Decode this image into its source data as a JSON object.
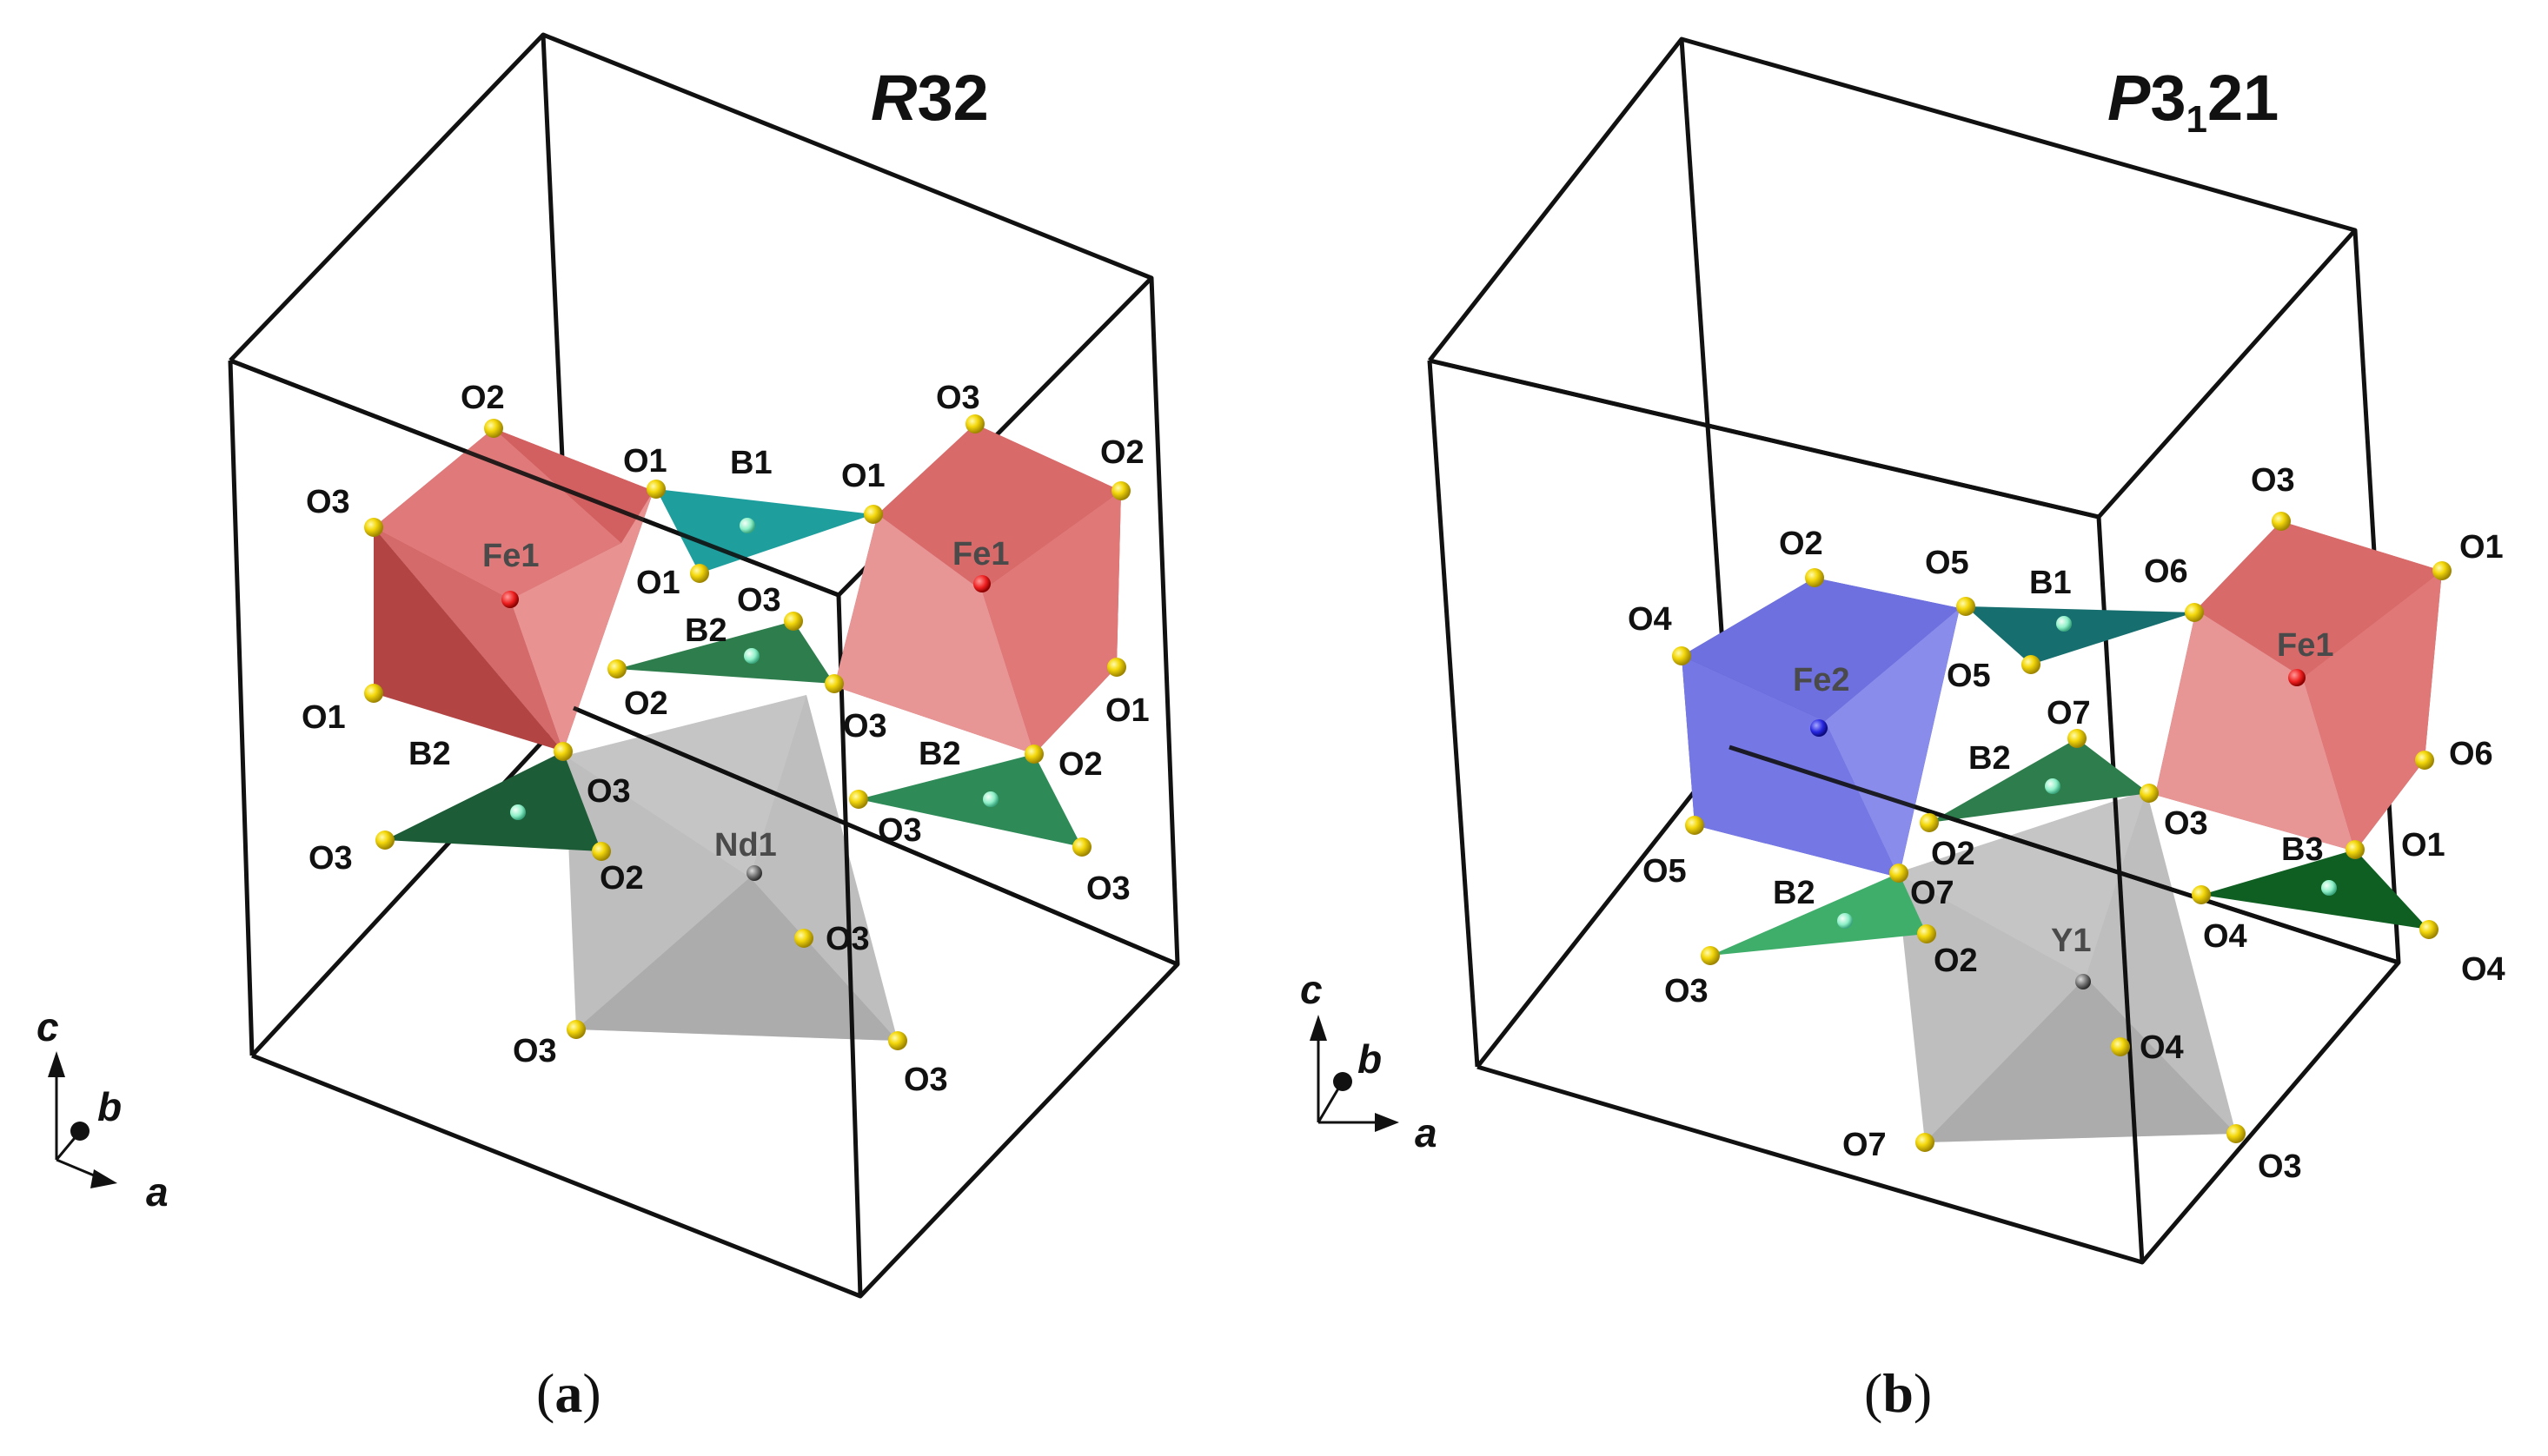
{
  "panel_a": {
    "title_italic": "R",
    "title_rest": "32",
    "caption_open": "(",
    "caption_letter": "a",
    "caption_close": ")",
    "labels": {
      "o2_top": "O2",
      "o3_left": "O3",
      "fe1_left": "Fe1",
      "o1_left": "O1",
      "o1_mid": "O1",
      "b1": "B1",
      "o1_right": "O1",
      "o1_below": "O1",
      "o3_mid": "O3",
      "b2_mid": "B2",
      "o2_mid": "O2",
      "o3_mid2": "O3",
      "o3_top_right": "O3",
      "o2_right": "O2",
      "fe1_right": "Fe1",
      "o1_right2": "O1",
      "b2_right": "B2",
      "o2_right2": "O2",
      "o3_right": "O3",
      "o3_right2": "O3",
      "b2_left": "B2",
      "o3_b2": "O3",
      "o3_far_left": "O3",
      "o2_b2": "O2",
      "nd1": "Nd1",
      "o3_nd": "O3",
      "o3_bottom_left": "O3",
      "o3_bottom_right": "O3"
    },
    "axes": {
      "c": "c",
      "b": "b",
      "a": "a"
    }
  },
  "panel_b": {
    "title_italic": "P",
    "title_rest": "3",
    "title_sub": "1",
    "title_end": "21",
    "caption_open": "(",
    "caption_letter": "b",
    "caption_close": ")",
    "labels": {
      "o2_top": "O2",
      "o4_left": "O4",
      "fe2": "Fe2",
      "o5_top": "O5",
      "b1": "B1",
      "o6": "O6",
      "o5_mid": "O5",
      "o3_top": "O3",
      "o1_top": "O1",
      "fe1": "Fe1",
      "o7_mid": "O7",
      "b2_mid": "B2",
      "o6_right": "O6",
      "o3_mid": "O3",
      "o1_right": "O1",
      "b3": "B3",
      "o2_mid": "O2",
      "o5_left": "O5",
      "b2_left": "B2",
      "o7_left": "O7",
      "o4_mid": "O4",
      "o4_right": "O4",
      "o3_left": "O3",
      "o2_lower": "O2",
      "y1": "Y1",
      "o4_y": "O4",
      "o7_bottom": "O7",
      "o3_bottom": "O3"
    },
    "axes": {
      "c": "c",
      "b": "b",
      "a": "a"
    }
  },
  "colors": {
    "fe_octahedron": "#d9605f",
    "fe2_octahedron": "#5a5ccf",
    "nd_polyhedron": "#a8a8a8",
    "b1_triangle": "#1f9e9e",
    "b2_triangle": "#2e8b57",
    "b3_triangle": "#0f5f22",
    "oxygen": "#f2d40a"
  }
}
